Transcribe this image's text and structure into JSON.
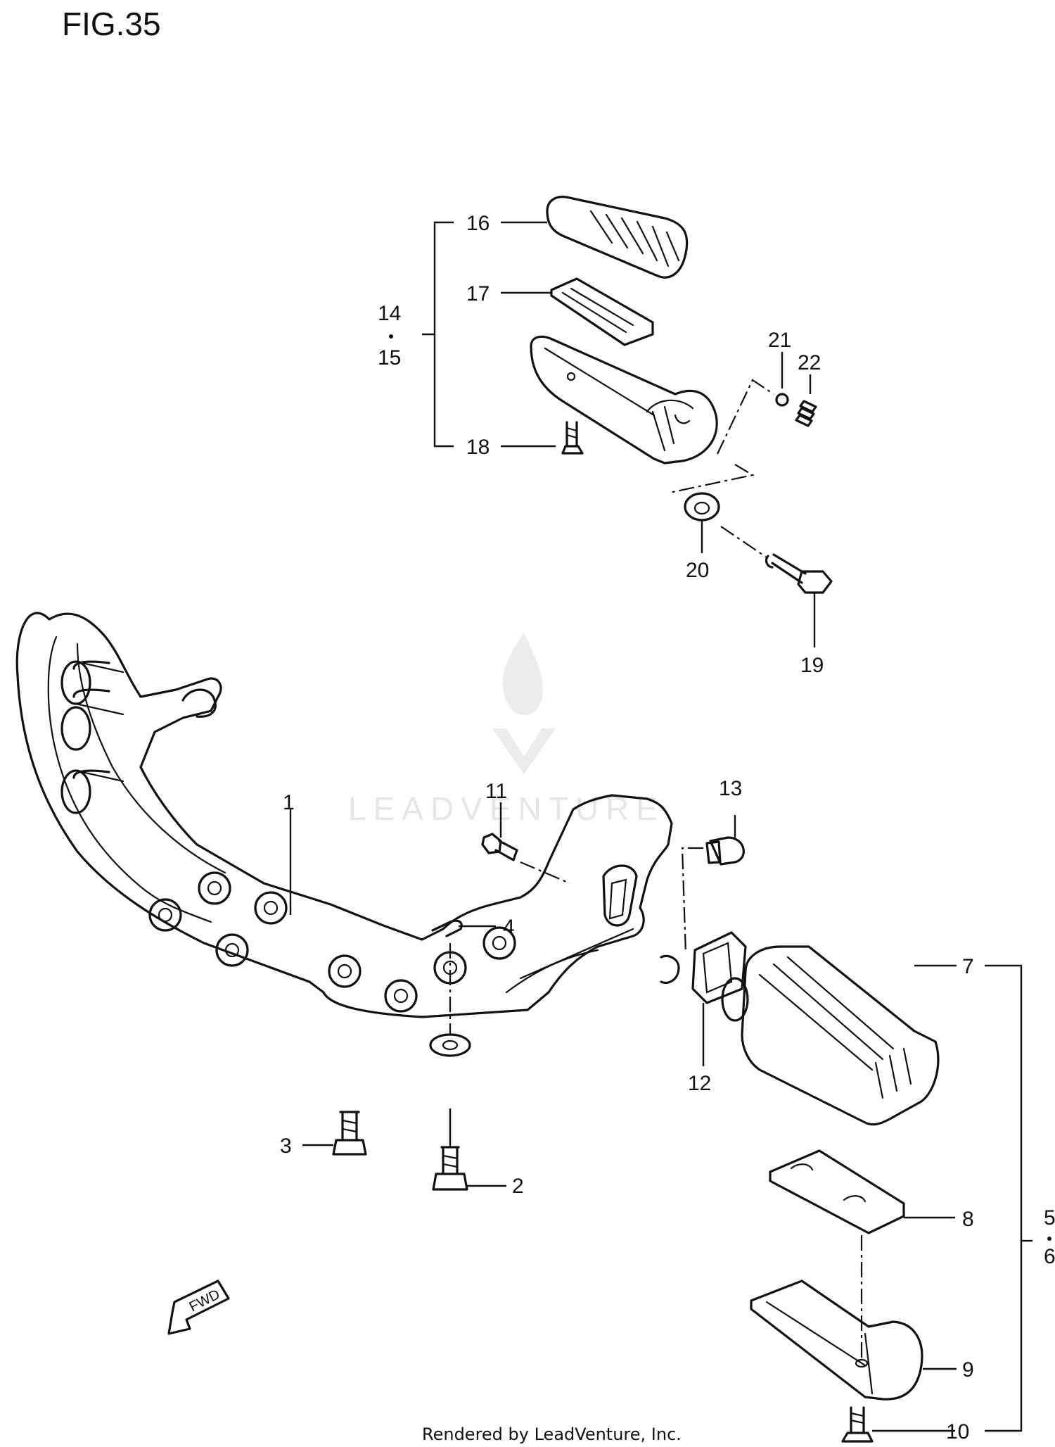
{
  "figure": {
    "title": "FIG.35"
  },
  "watermark": {
    "text": "LEADVENTURE"
  },
  "footer": {
    "text": "Rendered by LeadVenture, Inc."
  },
  "fwd_arrow": {
    "label": "FWD"
  },
  "callouts": {
    "n1": "1",
    "n2": "2",
    "n3": "3",
    "n4": "4",
    "n5": "5",
    "n6": "6",
    "n7": "7",
    "n8": "8",
    "n9": "9",
    "n10": "10",
    "n11": "11",
    "n12": "12",
    "n13": "13",
    "n14": "14",
    "n15": "15",
    "n16": "16",
    "n17": "17",
    "n18": "18",
    "n19": "19",
    "n20": "20",
    "n21": "21",
    "n22": "22"
  }
}
